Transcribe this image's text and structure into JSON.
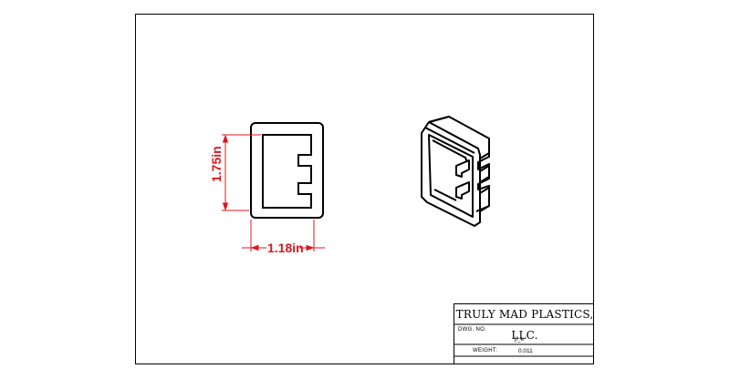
{
  "dimensions": {
    "height_label": "1.75in",
    "width_label": "1.18in",
    "color": "#e0141e"
  },
  "title_block": {
    "company": "TRULY MAD PLASTICS, LLC.",
    "dwg_no_label": "DWG. NO.",
    "dwg_no_value": "jl_e",
    "weight_label": "WEIGHT:",
    "weight_value": "0.011"
  }
}
